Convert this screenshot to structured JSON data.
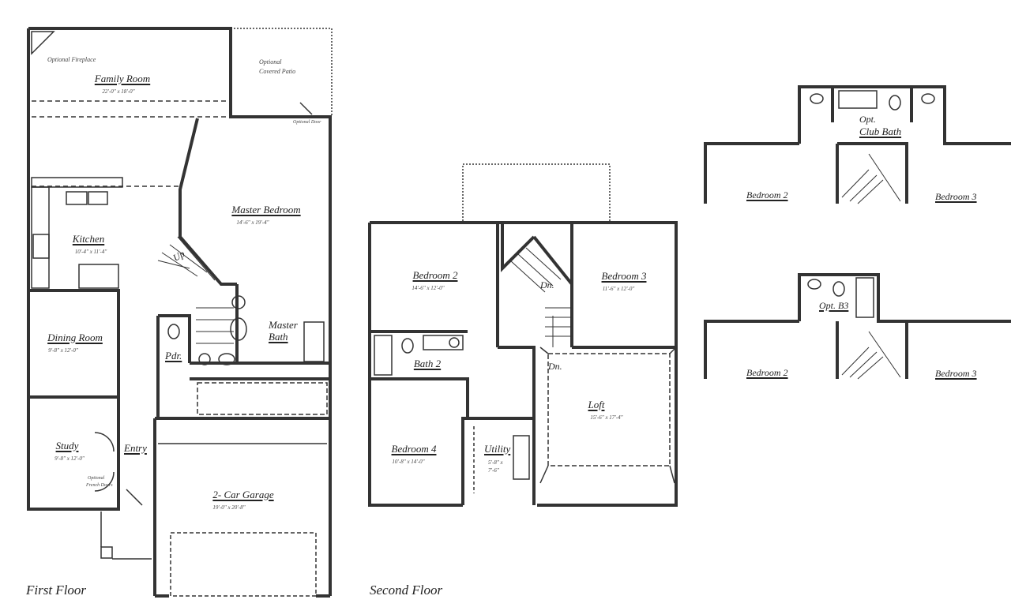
{
  "first_floor": {
    "title": "First Floor",
    "rooms": {
      "family_room": {
        "name": "Family Room",
        "dim": "22'-0\" x 18'-0\""
      },
      "master_bedroom": {
        "name": "Master Bedroom",
        "dim": "14'-6\" x 19'-4\""
      },
      "kitchen": {
        "name": "Kitchen",
        "dim": "10'-4\" x 11'-4\""
      },
      "dining_room": {
        "name": "Dining Room",
        "dim": "9'-8\" x 12'-0\""
      },
      "master_bath": {
        "name_line1": "Master",
        "name_line2": "Bath"
      },
      "powder": {
        "name": "Pdr."
      },
      "study": {
        "name": "Study",
        "dim": "9'-8\" x 12'-0\""
      },
      "entry": {
        "name": "Entry"
      },
      "garage": {
        "name": "2- Car Garage",
        "dim": "19'-0\" x 20'-8\""
      }
    },
    "notes": {
      "fireplace": "Optional Fireplace",
      "patio_line1": "Optional",
      "patio_line2": "Covered Patio",
      "optional_door": "Optional Door",
      "french_doors_line1": "Optional",
      "french_doors_line2": "French Doors",
      "stairs_up": "Up"
    }
  },
  "second_floor": {
    "title": "Second Floor",
    "rooms": {
      "bedroom2": {
        "name": "Bedroom 2",
        "dim": "14'-6\" x 12'-0\""
      },
      "bedroom3": {
        "name": "Bedroom 3",
        "dim": "11'-6\" x 12'-0\""
      },
      "bath2": {
        "name": "Bath 2"
      },
      "bedroom4": {
        "name": "Bedroom 4",
        "dim": "10'-8\" x 14'-0\""
      },
      "utility": {
        "name": "Utility",
        "dim_line1": "5'-8\" x",
        "dim_line2": "7'-6\""
      },
      "loft": {
        "name": "Loft",
        "dim": "15'-6\" x 17'-4\""
      }
    },
    "notes": {
      "stairs_down_1": "Dn.",
      "stairs_down_2": "Dn."
    }
  },
  "option_club_bath": {
    "label_line1": "Opt.",
    "label_line2": "Club Bath",
    "bedroom2": "Bedroom 2",
    "bedroom3": "Bedroom 3"
  },
  "option_b3": {
    "label": "Opt. B3",
    "bedroom2": "Bedroom 2",
    "bedroom3": "Bedroom 3"
  }
}
